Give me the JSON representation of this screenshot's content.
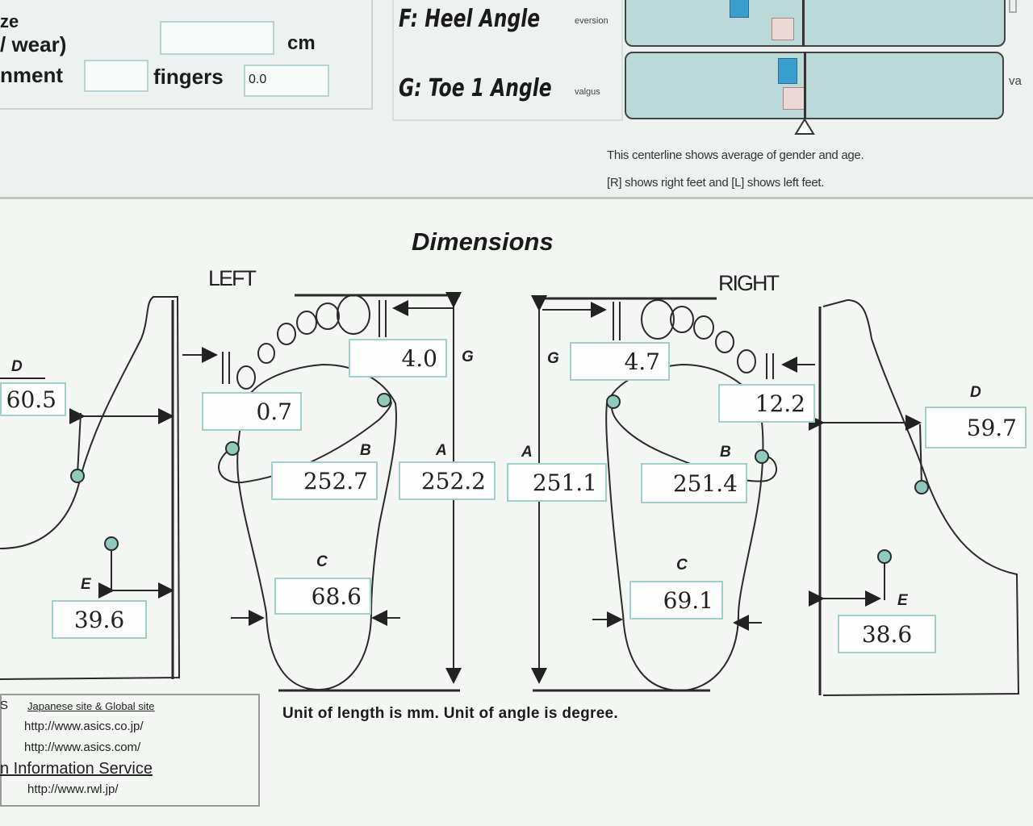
{
  "top_form": {
    "size_label": "ze",
    "wear_label": "/ wear)",
    "unit_cm": "cm",
    "alignment_label": "nment",
    "fingers_label": "fingers",
    "fingers_value": "0.0"
  },
  "angles": {
    "heel_label": "F: Heel Angle",
    "heel_side_label": "eversion",
    "toe_label": "G: Toe 1 Angle",
    "toe_side_label": "valgus",
    "toe_right_label": "va",
    "note_line1": "This centerline shows average of gender and age.",
    "note_line2": "[R] shows right feet and [L] shows left feet."
  },
  "dimensions": {
    "title": "Dimensions",
    "left_label": "LEFT",
    "right_label": "RIGHT",
    "unit_note": "Unit of length is mm. Unit  of angle is degree.",
    "left": {
      "A": "252.2",
      "B": "252.7",
      "C": "68.6",
      "D": "60.5",
      "E": "39.6",
      "G": "4.0",
      "toe5": "0.7"
    },
    "right": {
      "A": "251.1",
      "B": "251.4",
      "C": "69.1",
      "D": "59.7",
      "E": "38.6",
      "G": "4.7",
      "toe5": "12.2"
    },
    "letters": {
      "A": "A",
      "B": "B",
      "C": "C",
      "D": "D",
      "E": "E",
      "G": "G"
    }
  },
  "links": {
    "line1_prefix": "S",
    "line1": "Japanese site & Global site",
    "url1": "http://www.asics.co.jp/",
    "url2": "http://www.asics.com/",
    "service": "n Information Service",
    "url3": "http://www.rwl.jp/"
  },
  "colors": {
    "accent": "#3a9ecf",
    "box_border": "#9fd0cb",
    "track": "#bcd9da",
    "marker": "#8fc9c0"
  }
}
